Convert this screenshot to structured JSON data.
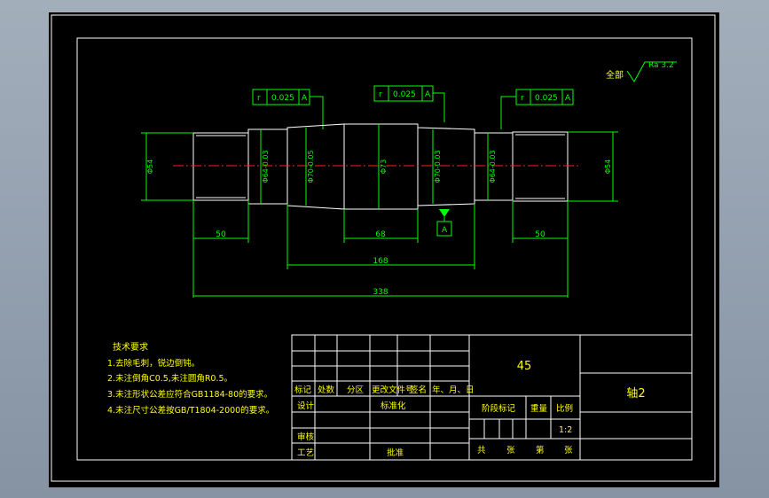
{
  "surface_finish": {
    "prefix": "全部",
    "value": "Ra 3.2"
  },
  "tolerance_frames": [
    {
      "symbol": "r",
      "value": "0.025",
      "datum": "A"
    },
    {
      "symbol": "r",
      "value": "0.025",
      "datum": "A"
    },
    {
      "symbol": "r",
      "value": "0.025",
      "datum": "A"
    }
  ],
  "datum_label": "A",
  "diameters": {
    "left_end": "Φ54",
    "left_bearing": "Φ64-0.03",
    "left_collar": "Φ70-0.05",
    "middle": "Φ73",
    "right_collar": "Φ70-0.03",
    "right_bearing": "Φ64-0.03",
    "right_end": "Φ54"
  },
  "dimensions": {
    "left_length": "50",
    "middle_length": "68",
    "span_length": "168",
    "right_length": "50",
    "total_length": "338"
  },
  "tech_requirements": {
    "title": "技术要求",
    "items": [
      "1.去除毛刺，锐边倒钝。",
      "2.未注倒角C0.5,未注圆角R0.5。",
      "3.未注形状公差应符合GB1184-80的要求。",
      "4.未注尺寸公差按GB/T1804-2000的要求。"
    ]
  },
  "title_block": {
    "row_labels": [
      "标记",
      "处数",
      "分区",
      "更改文件号",
      "签名",
      "年、月、日"
    ],
    "design": "设计",
    "standardize": "标准化",
    "review": "审核",
    "process": "工艺",
    "approve": "批准",
    "material": "45",
    "stage_mark": "阶段标记",
    "weight": "重量",
    "scale_label": "比例",
    "scale_value": "1:2",
    "total_prefix": "共",
    "sheet_word": "张",
    "page_prefix": "第",
    "sheet_word2": "张",
    "part_name": "轴2"
  }
}
